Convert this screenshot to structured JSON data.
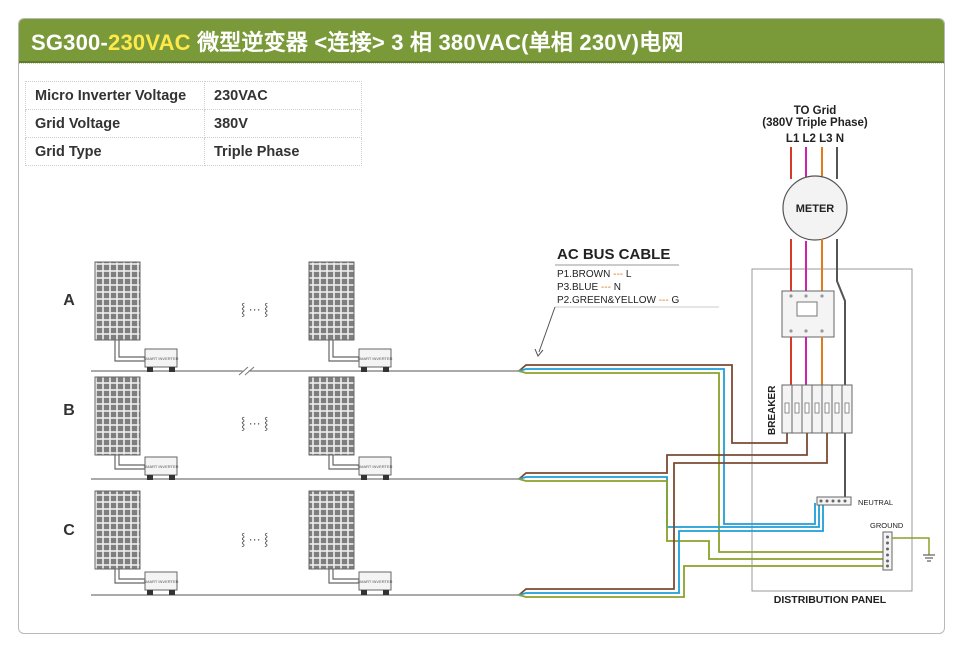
{
  "header": {
    "title_prefix": "SG300-",
    "title_accent": "230VAC",
    "title_rest": " 微型逆变器 <连接> 3 相 380VAC(单相 230V)电网"
  },
  "specs": [
    {
      "label": "Micro Inverter Voltage",
      "value": "230VAC"
    },
    {
      "label": "Grid  Voltage",
      "value": "380V"
    },
    {
      "label": "Grid Type",
      "value": "Triple Phase"
    }
  ],
  "rows": [
    {
      "label": "A"
    },
    {
      "label": "B"
    },
    {
      "label": "C"
    }
  ],
  "ellipsis": "⸾ ··· ⸾",
  "inverter_text": "SMART INVERTER",
  "ac_bus": {
    "title": "AC BUS CABLE",
    "lines": [
      {
        "prefix": "P1.BROWN ",
        "dash": "---",
        "suffix": " L"
      },
      {
        "prefix": "P3.BLUE ",
        "dash": "---",
        "suffix": " N"
      },
      {
        "prefix": "P2.GREEN&YELLOW ",
        "dash": "---",
        "suffix": " G"
      }
    ]
  },
  "grid": {
    "title": "TO Grid",
    "subtitle": "(380V Triple Phase)",
    "phases": "L1 L2 L3 N"
  },
  "meter_label": "METER",
  "breaker_label": "BREAKER",
  "neutral_label": "NEUTRAL",
  "ground_label": "GROUND",
  "panel_label": "DISTRIBUTION PANEL",
  "colors": {
    "header_bg": "#7a9a3a",
    "accent": "#ffe94a",
    "brown": "#7b4a33",
    "blue": "#1e9fd8",
    "green": "#8aa22a",
    "red": "#d83a2a",
    "magenta": "#d020b0",
    "orange": "#e07a1a"
  }
}
